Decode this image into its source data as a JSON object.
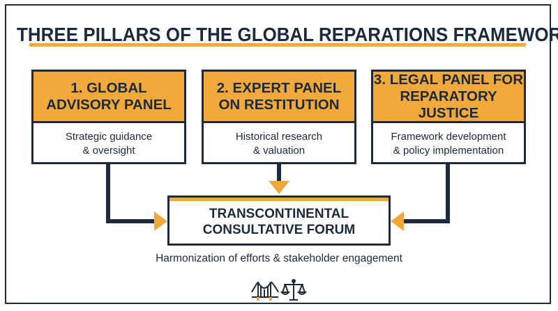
{
  "title": "THREE PILLARS OF THE GLOBAL REPARATIONS FRAMEWORK",
  "pillars": [
    {
      "label": "1. GLOBAL\nADVISORY PANEL",
      "description": "Strategic guidance\n& oversight"
    },
    {
      "label": "2. EXPERT PANEL\nON RESTITUTION",
      "description": "Historical research\n& valuation"
    },
    {
      "label": "3. LEGAL PANEL FOR\nREPARATORY JUSTICE",
      "description": "Framework development\n& policy implementation"
    }
  ],
  "forum": {
    "label": "TRANSCONTINENTAL\nCONSULTATIVE FORUM",
    "description": "Harmonization of efforts & stakeholder engagement"
  },
  "emblem": {
    "icons": [
      "bridge-icon",
      "scales-of-justice-icon"
    ]
  },
  "colors": {
    "navy": "#1b2a3d",
    "accent": "#f2a93b",
    "background": "#ffffff"
  }
}
